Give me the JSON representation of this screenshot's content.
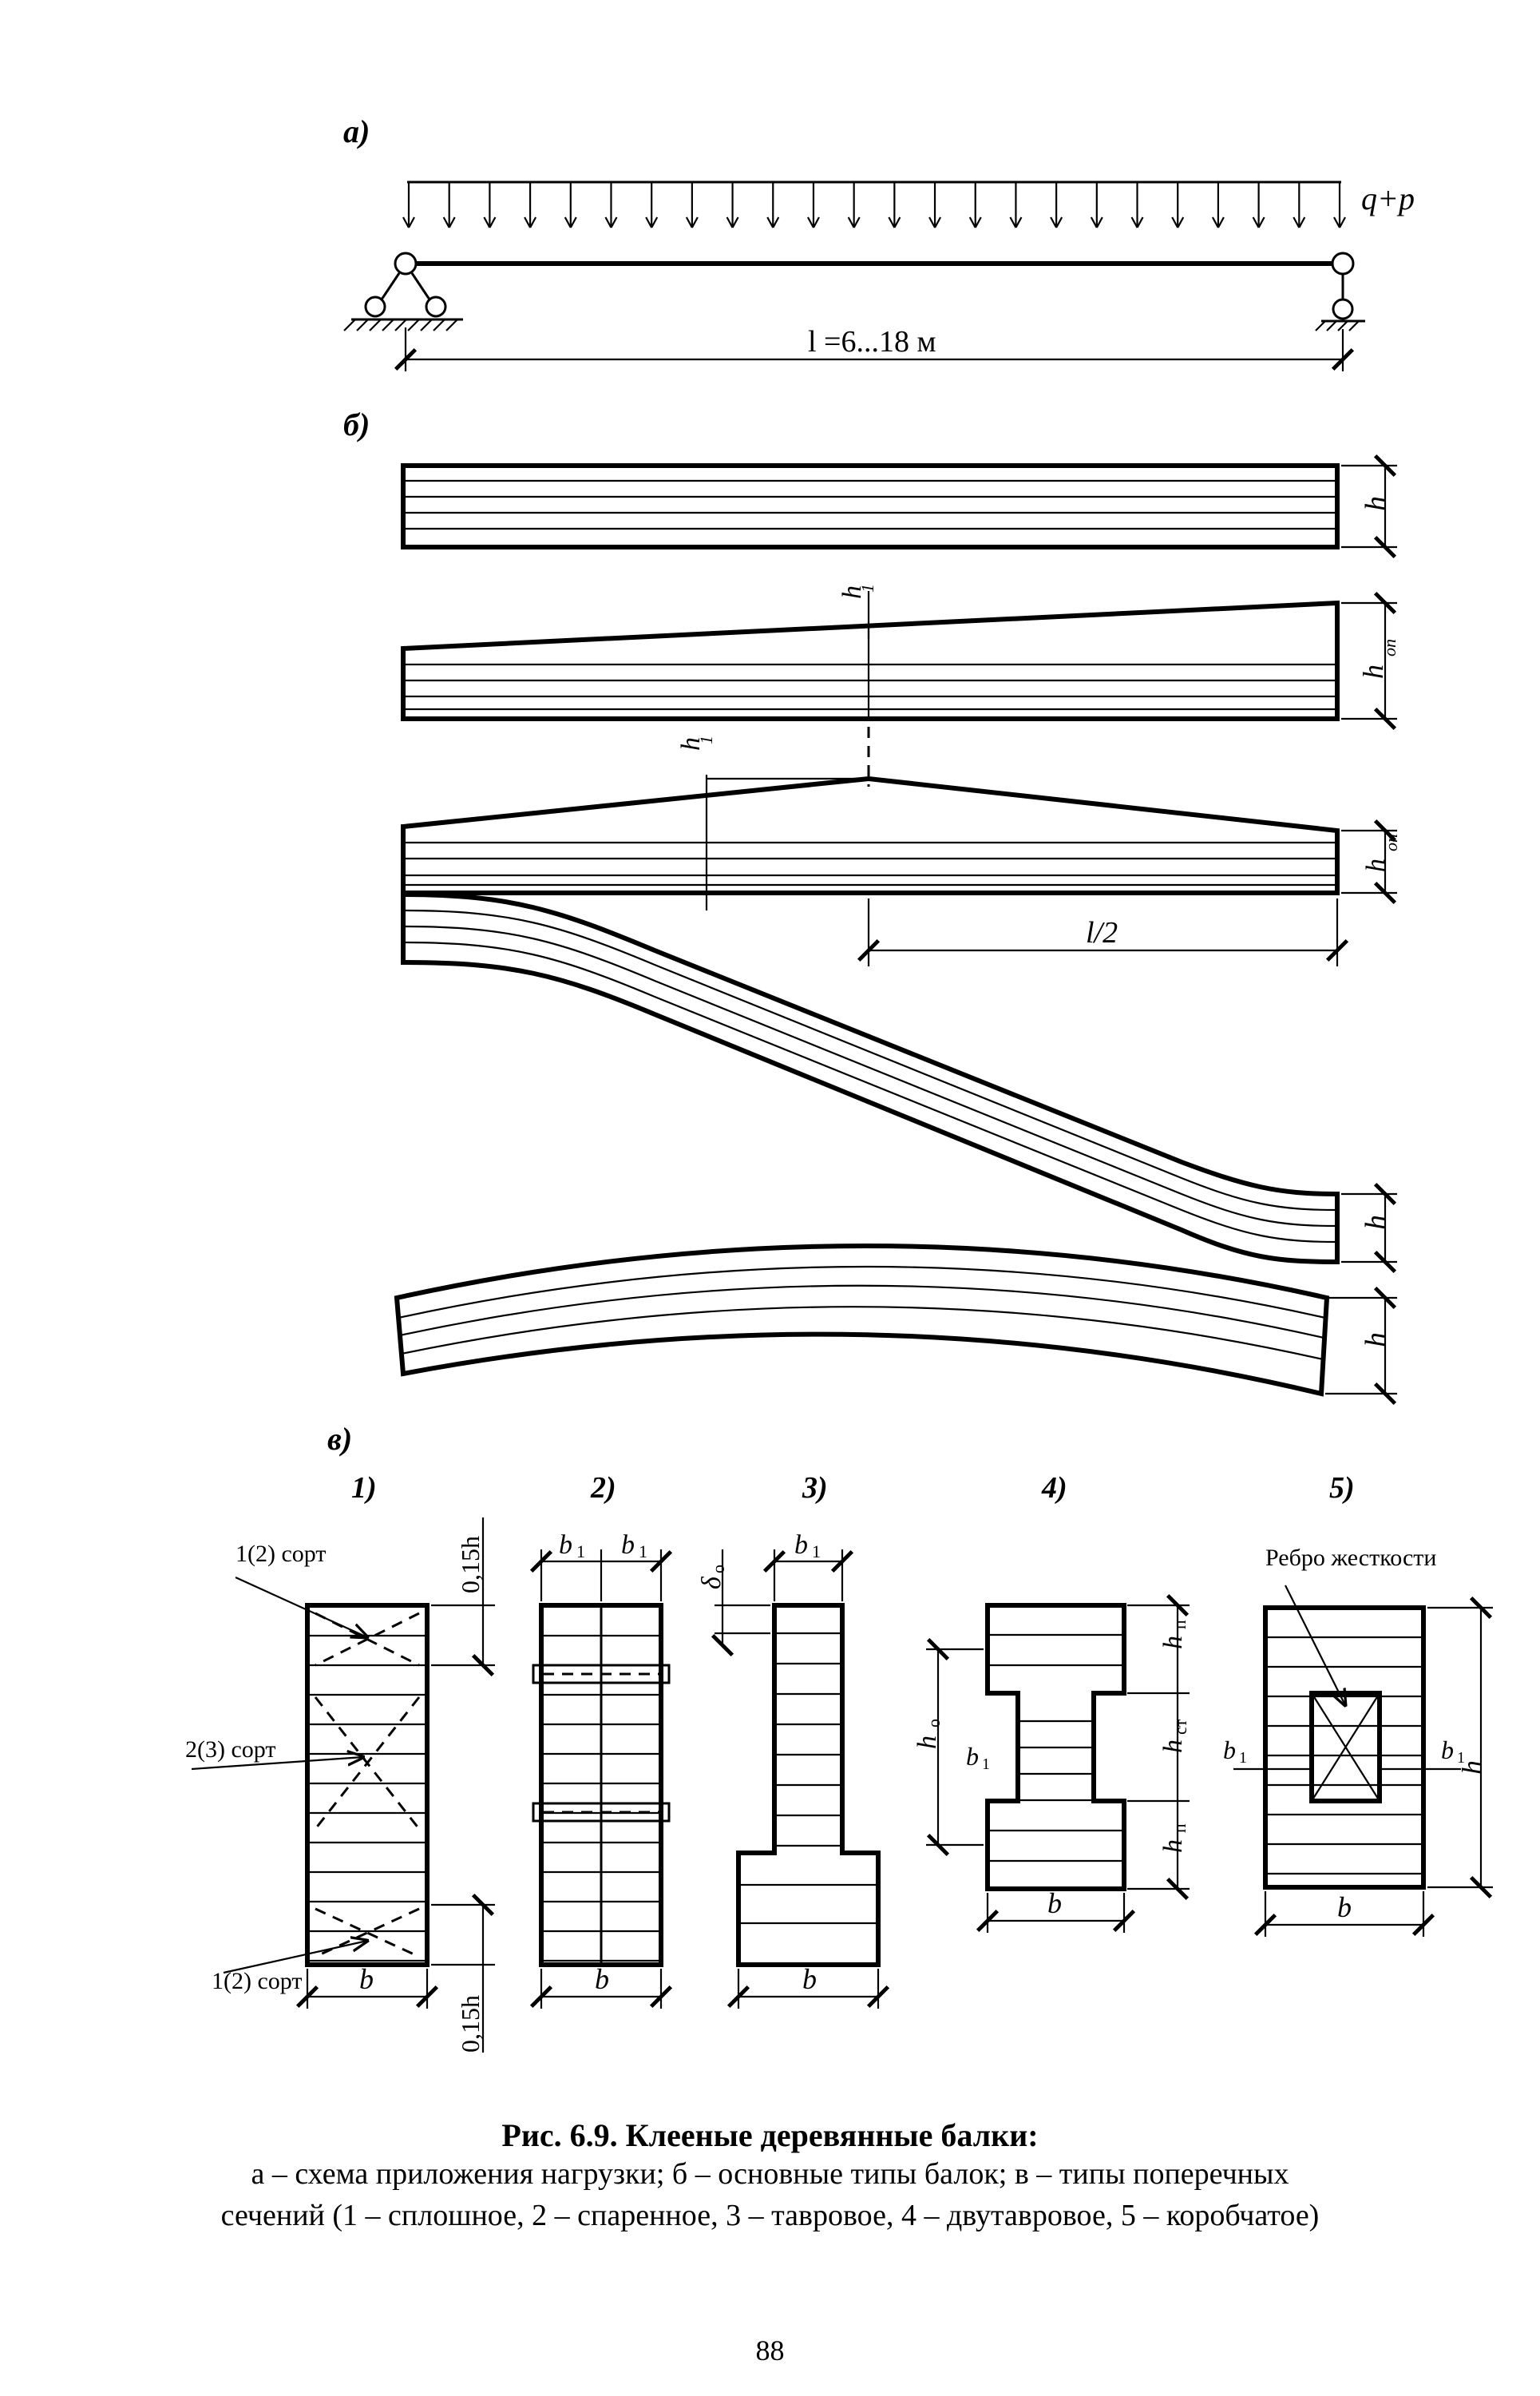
{
  "panel_a": {
    "label": "а)",
    "load_label": "q+p",
    "span_label": "l =6...18 м"
  },
  "panel_b": {
    "label": "б)",
    "h": "h",
    "h1": "h",
    "h1_sub": "1",
    "hop": "h",
    "hop_sub": "оп",
    "half_span": "l/2"
  },
  "panel_v": {
    "label": "в)",
    "sections": [
      "1)",
      "2)",
      "3)",
      "4)",
      "5)"
    ],
    "grade_top": "1(2) сорт",
    "grade_mid": "2(3) сорт",
    "grade_bot": "1(2) сорт",
    "dim_015h": "0,15h",
    "b": "b",
    "b1": "b",
    "b1_sub": "1",
    "delta": "δ",
    "delta_sub": "o",
    "h_n": "h",
    "h_n_sub": "п",
    "h_st": "h",
    "h_st_sub": "ст",
    "h_o": "h",
    "h_o_sub": "о",
    "h": "h",
    "rib_label": "Ребро жесткости"
  },
  "caption": {
    "title": "Рис. 6.9. Клееные деревянные балки:",
    "line1": "а –  схема приложения нагрузки; б – основные типы балок; в – типы поперечных",
    "line2": "сечений (1 – сплошное, 2 – спаренное, 3 – тавровое, 4 – двутавровое, 5 – коробчатое)"
  },
  "page_number": "88"
}
